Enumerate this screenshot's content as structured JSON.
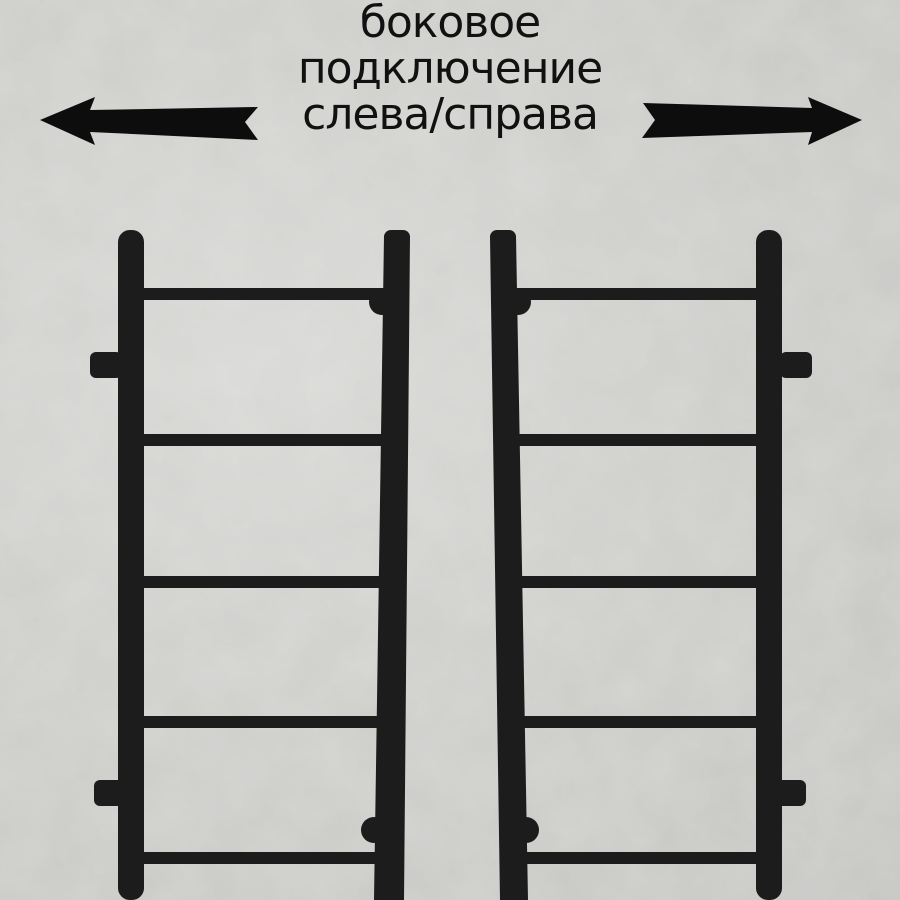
{
  "caption": {
    "line1": "боковое",
    "line2": "подключение",
    "line3": "слева/справа"
  },
  "colors": {
    "background": "#cfcfcc",
    "ladder": "#1a1a1a",
    "text": "#111111"
  },
  "icons": [
    "double-arrow-left",
    "double-arrow-right"
  ]
}
